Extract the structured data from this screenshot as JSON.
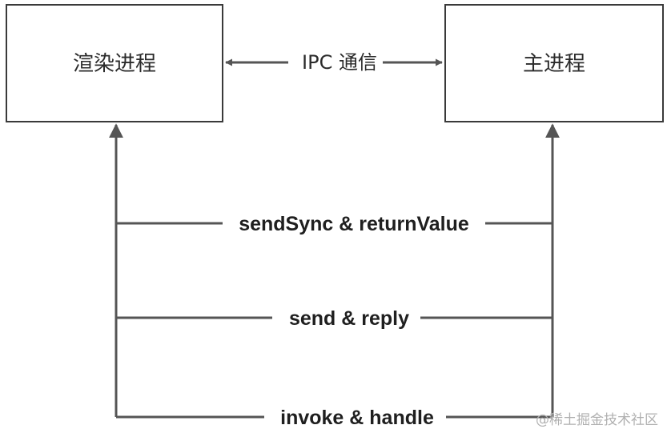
{
  "nodes": {
    "renderer": {
      "label": "渲染进程"
    },
    "main": {
      "label": "主进程"
    }
  },
  "ipc": {
    "label": "IPC 通信"
  },
  "methods": [
    {
      "label": "sendSync & returnValue"
    },
    {
      "label": "send & reply"
    },
    {
      "label": "invoke & handle"
    }
  ],
  "watermark": {
    "text": "@稀土掘金技术社区"
  },
  "colors": {
    "line": "#555555",
    "box_border": "#3a3a3a",
    "text": "#1f1f1f",
    "watermark": "#b0b0b0"
  }
}
